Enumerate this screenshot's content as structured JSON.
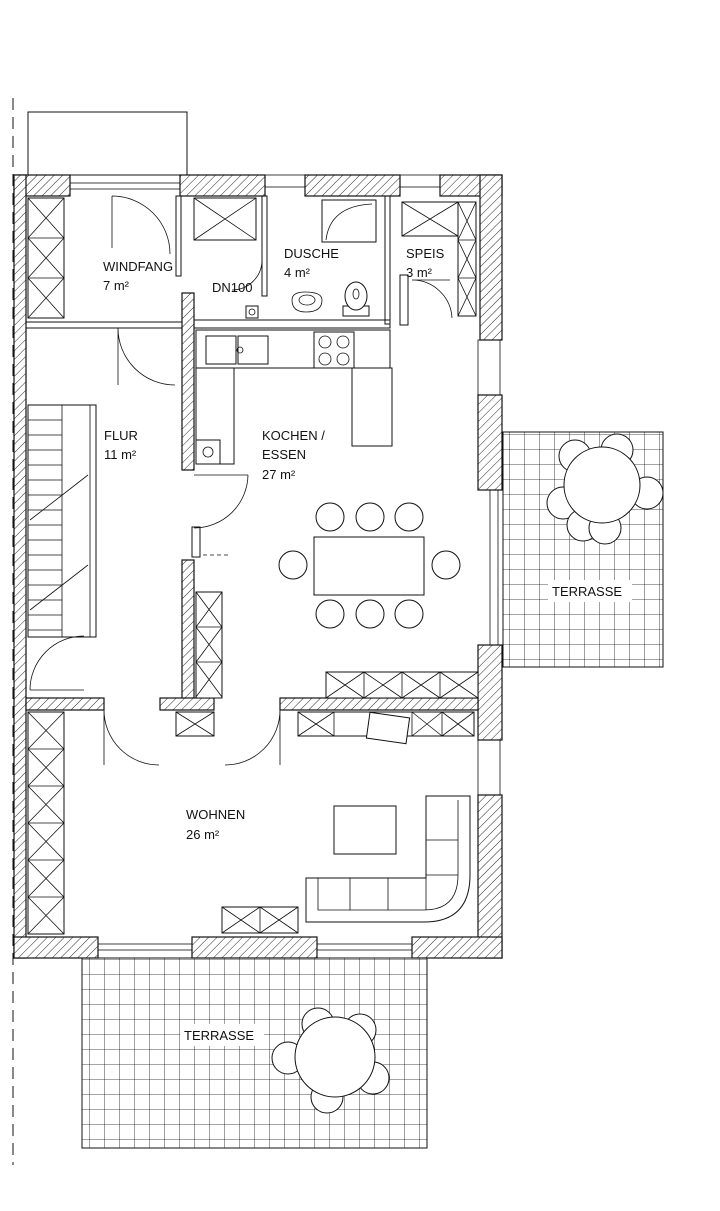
{
  "rooms": {
    "windfang": {
      "name": "WINDFANG",
      "area": "7 m²"
    },
    "dusche": {
      "name": "DUSCHE",
      "area": "4 m²"
    },
    "speis": {
      "name": "SPEIS",
      "area": "3 m²"
    },
    "flur": {
      "name": "FLUR",
      "area": "11 m²"
    },
    "kochen": {
      "name_line1": "KOCHEN /",
      "name_line2": "ESSEN",
      "area": "27 m²"
    },
    "wohnen": {
      "name": "WOHNEN",
      "area": "26 m²"
    },
    "terrasse_east": {
      "name": "TERRASSE"
    },
    "terrasse_south": {
      "name": "TERRASSE"
    }
  },
  "labels": {
    "dn100": "DN100"
  },
  "colors": {
    "line": "#111111",
    "background": "#ffffff"
  }
}
